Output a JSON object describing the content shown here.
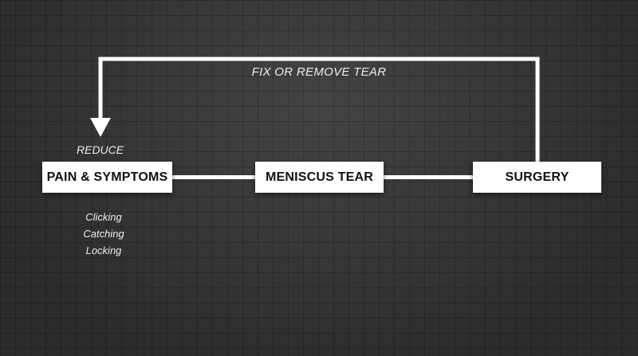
{
  "diagram": {
    "loop_label": "FIX OR REMOVE TEAR",
    "reduce_label": "REDUCE",
    "nodes": {
      "pain": "PAIN & SYMPTOMS",
      "tear": "MENISCUS TEAR",
      "surgery": "SURGERY"
    },
    "symptoms": [
      "Clicking",
      "Catching",
      "Locking"
    ]
  },
  "colors": {
    "background": "#3a3a3a",
    "box": "#ffffff",
    "line": "#ffffff",
    "text_dark": "#111111",
    "text_light": "#ededed"
  }
}
